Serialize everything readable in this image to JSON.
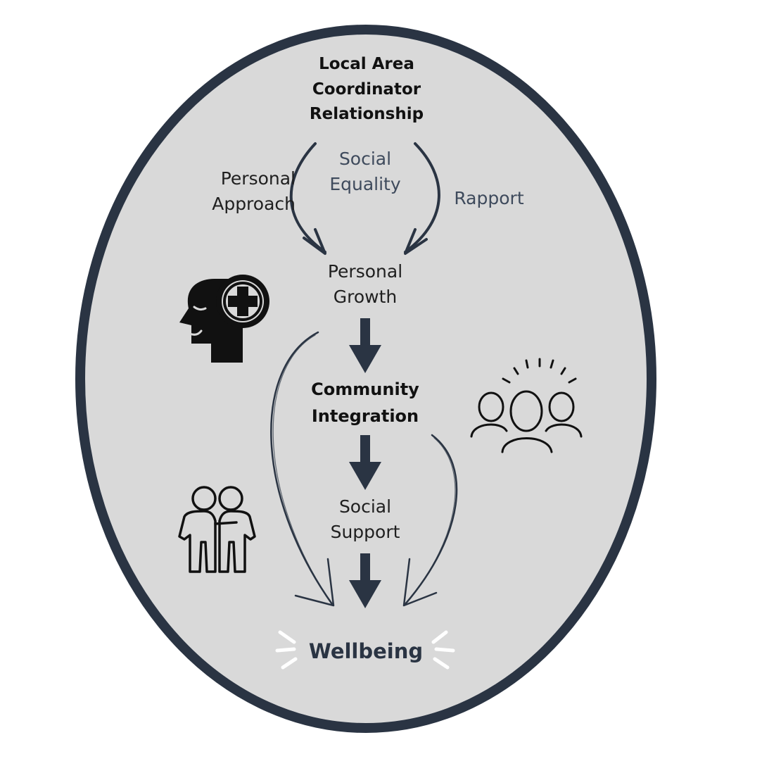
{
  "colors": {
    "oval_fill": "#d9d9d9",
    "oval_stroke": "#2a3443",
    "arrow": "#2a3443",
    "icon": "#111111",
    "burst": "#ffffff"
  },
  "nodes": {
    "lac_relationship": "Local Area\nCoordinator\nRelationship",
    "personal_growth": "Personal\nGrowth",
    "community_integration": "Community\nIntegration",
    "social_support": "Social\nSupport",
    "wellbeing": "Wellbeing"
  },
  "edge_labels": {
    "personal_approach": "Personal\nApproach",
    "social_equality": "Social\nEquality",
    "rapport": "Rapport"
  },
  "icons": {
    "growth": "head-with-plus-icon",
    "community": "group-of-people-icon",
    "support": "two-people-embracing-icon"
  }
}
